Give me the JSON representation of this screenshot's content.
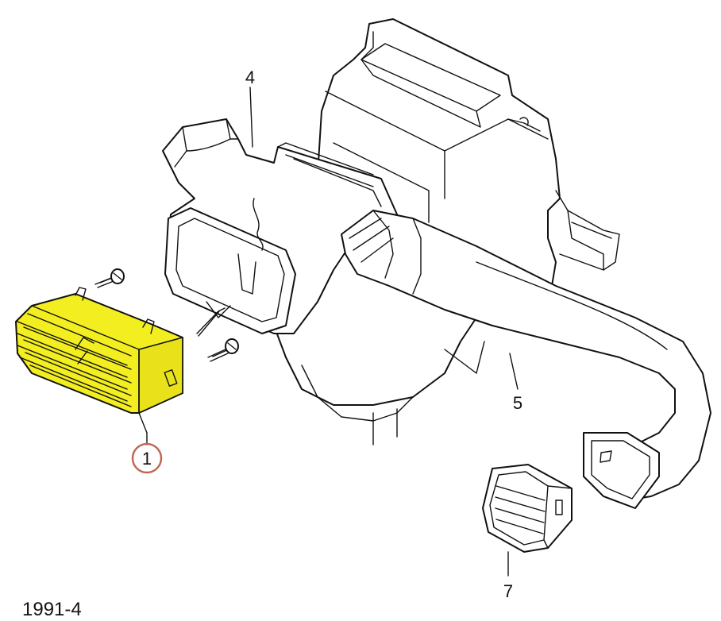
{
  "diagram": {
    "callouts": [
      {
        "id": "1",
        "label": "1",
        "highlighted": true
      },
      {
        "id": "4",
        "label": "4"
      },
      {
        "id": "5",
        "label": "5"
      },
      {
        "id": "7",
        "label": "7"
      }
    ],
    "code": "1991-4",
    "colors": {
      "highlight": "#f3ee1f",
      "callout_ring": "#c06a55",
      "line": "#111111"
    }
  }
}
